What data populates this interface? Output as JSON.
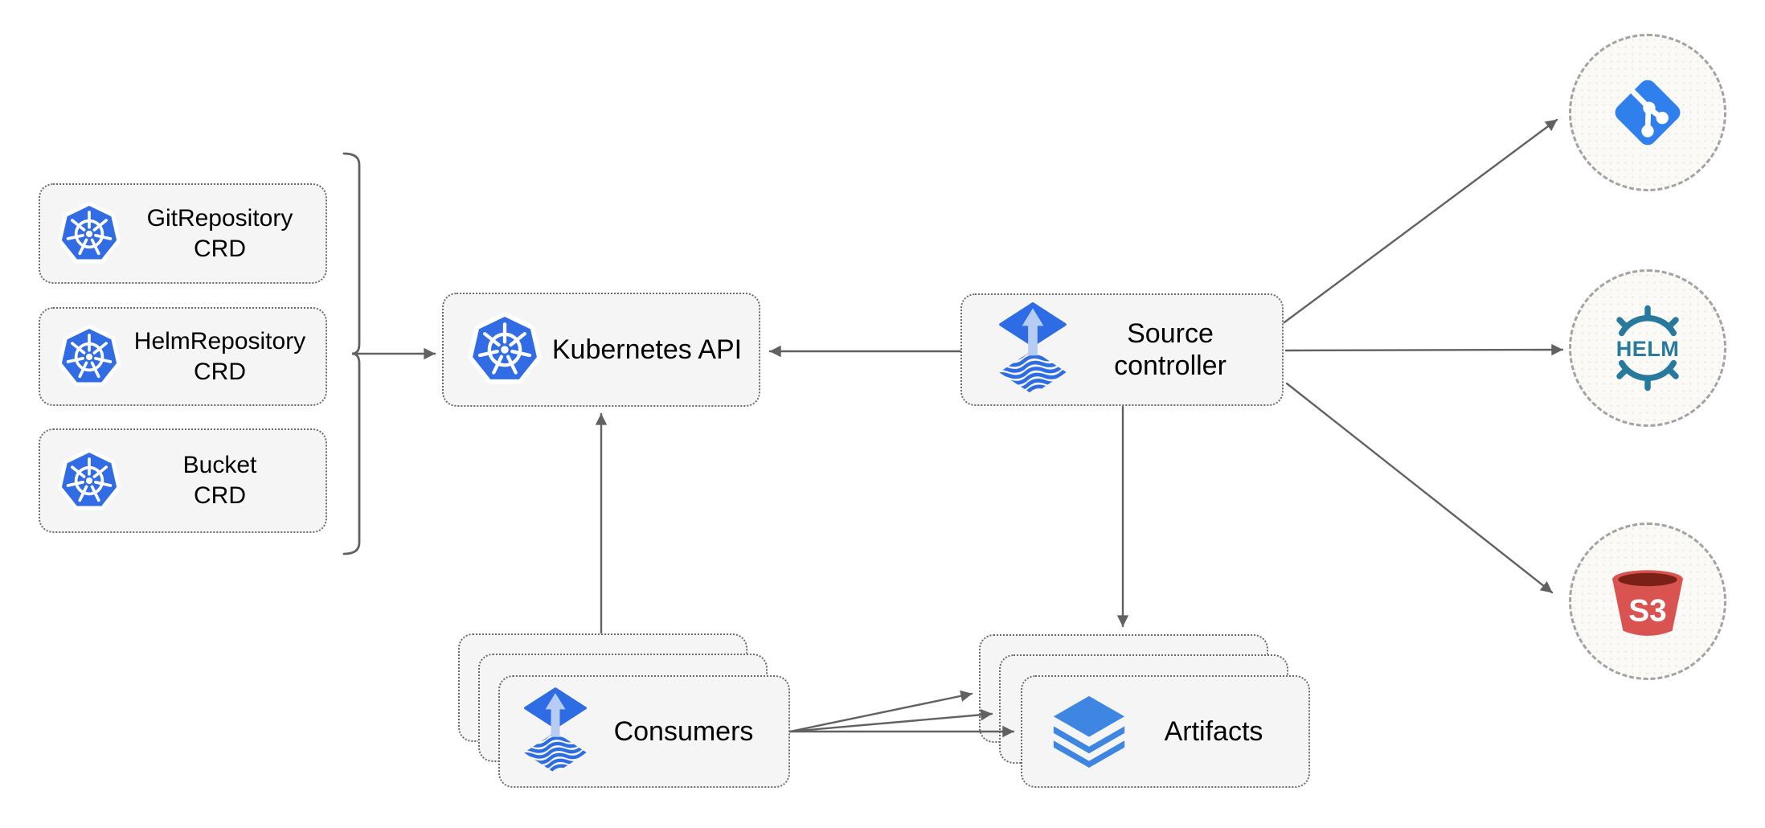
{
  "colors": {
    "canvas_bg": "#ffffff",
    "box_fill": "#f5f5f5",
    "box_border": "#6b6b6b",
    "circle_fill": "#fbfaf7",
    "circle_border": "#a3a3a3",
    "text_color": "#000000",
    "arrow_gray": "#616161",
    "k8s_blue": "#326ce5",
    "flux_blue": "#2d6ce4",
    "flux_arrow_light": "#b7ccf3",
    "layers_blue": "#3e86e2",
    "git_blue": "#2f80ed",
    "helm_teal": "#277a9e",
    "s3_red": "#d95450",
    "s3_dark": "#7b2016"
  },
  "crd_boxes": [
    {
      "line1": "GitRepository",
      "line2": "CRD"
    },
    {
      "line1": "HelmRepository",
      "line2": "CRD"
    },
    {
      "line1": "Bucket",
      "line2": "CRD"
    }
  ],
  "kubernetes_api": {
    "label": "Kubernetes API"
  },
  "source_controller": {
    "line1": "Source",
    "line2": "controller"
  },
  "consumers": {
    "label": "Consumers"
  },
  "artifacts": {
    "label": "Artifacts"
  },
  "external_sources": [
    {
      "icon": "git-icon"
    },
    {
      "icon": "helm-icon",
      "label": "HELM"
    },
    {
      "icon": "s3-bucket-icon",
      "label": "S3"
    }
  ]
}
